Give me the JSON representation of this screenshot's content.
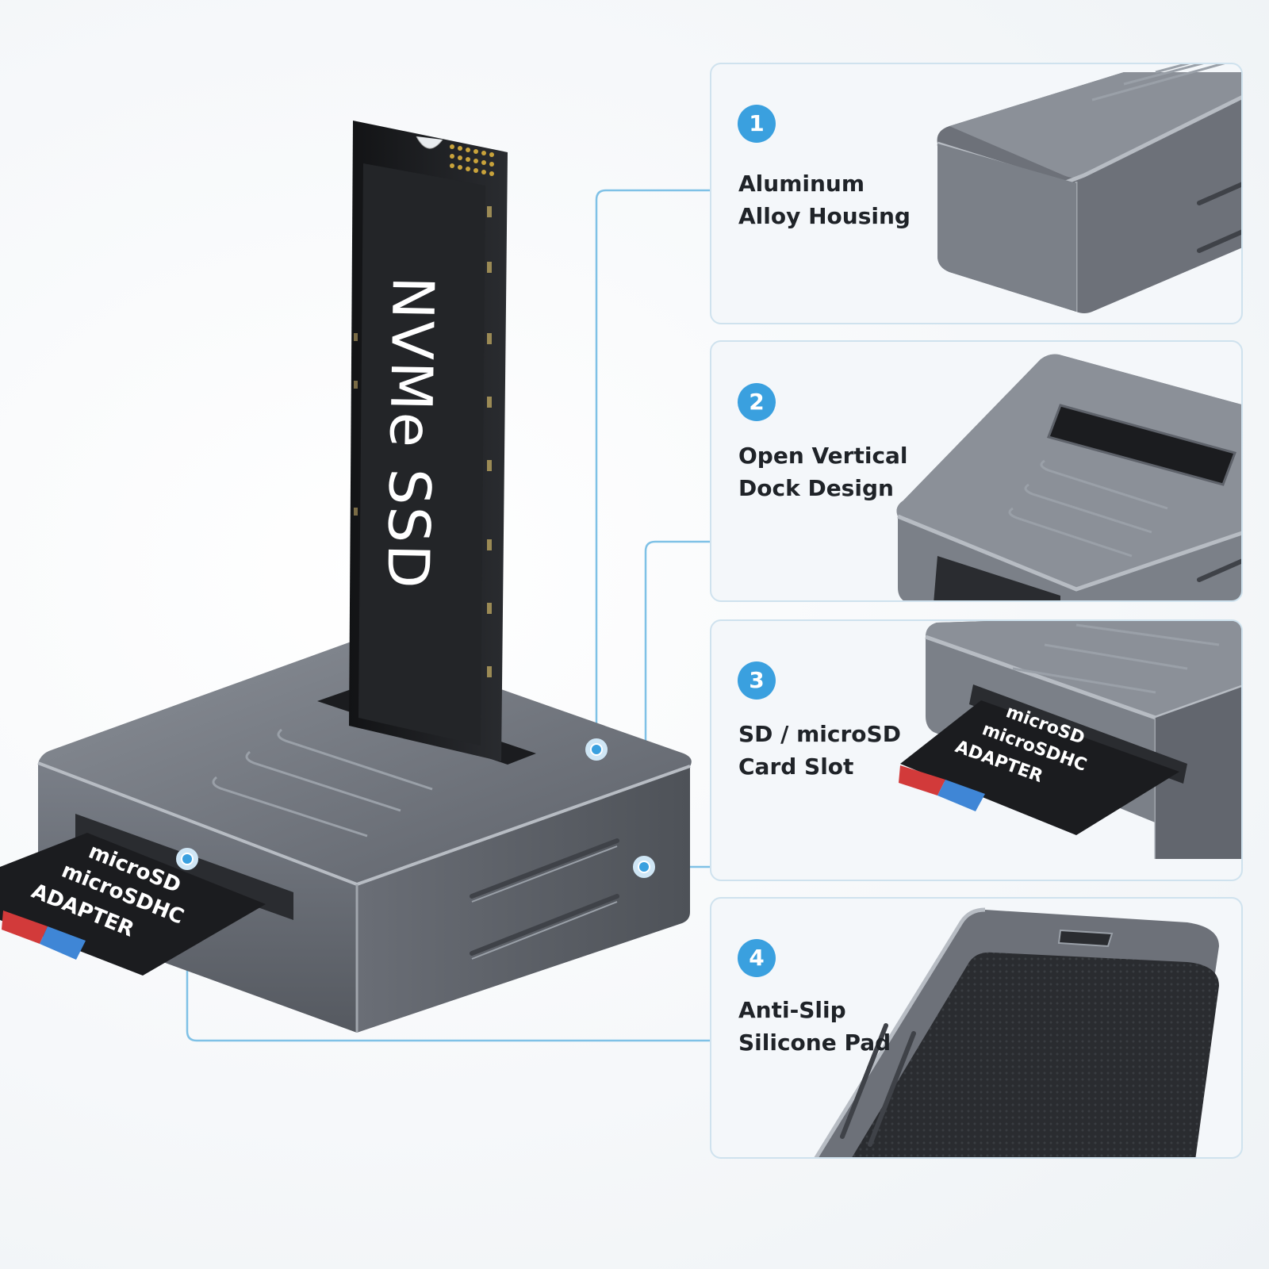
{
  "product": {
    "ssd_label": "NVMe SSD",
    "card_lines": [
      "microSD",
      "microSDHC",
      "ADAPTER"
    ]
  },
  "features": [
    {
      "number": "1",
      "line1": "Aluminum",
      "line2": "Alloy Housing"
    },
    {
      "number": "2",
      "line1": "Open Vertical",
      "line2": "Dock Design"
    },
    {
      "number": "3",
      "line1": "SD / microSD",
      "line2": "Card Slot"
    },
    {
      "number": "4",
      "line1": "Anti-Slip",
      "line2": "Silicone Pad"
    }
  ],
  "colors": {
    "accent": "#3aa0df",
    "connector": "#7fc1e6",
    "housing": "#6b6f78",
    "ssd": "#1d1f22"
  }
}
